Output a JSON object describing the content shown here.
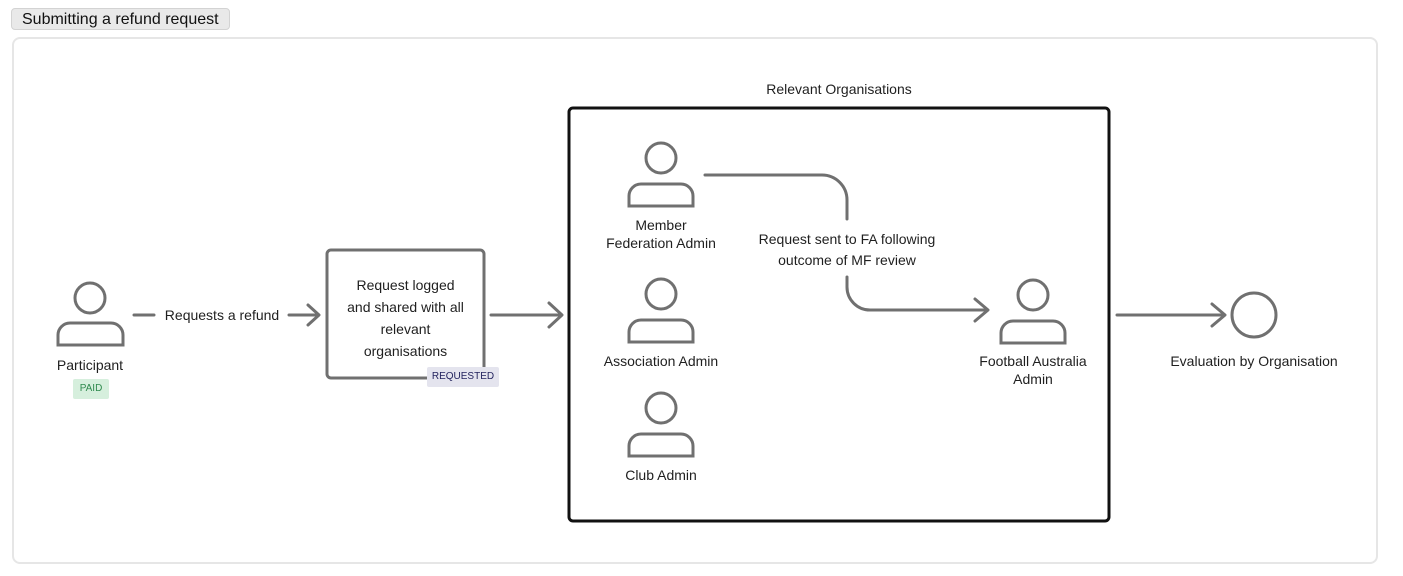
{
  "title": "Submitting a refund request",
  "group_label": "Relevant Organisations",
  "participant": {
    "label": "Participant",
    "badge": "PAID"
  },
  "edge_request": "Requests a refund",
  "logged_box": {
    "lines": [
      "Request logged",
      "and shared with all",
      "relevant",
      "organisations"
    ],
    "badge": "REQUESTED"
  },
  "member_federation": {
    "line1": "Member",
    "line2": "Federation Admin"
  },
  "association": {
    "label": "Association Admin"
  },
  "club": {
    "label": "Club Admin"
  },
  "edge_fa": {
    "line1": "Request sent to FA following",
    "line2": "outcome of MF review"
  },
  "football_australia": {
    "line1": "Football Australia",
    "line2": "Admin"
  },
  "evaluation": {
    "label": "Evaluation by Organisation"
  },
  "colors": {
    "stroke": "#707070",
    "box": "#111111",
    "paid_bg": "#d6efdd",
    "requested_bg": "#e4e4ee"
  }
}
